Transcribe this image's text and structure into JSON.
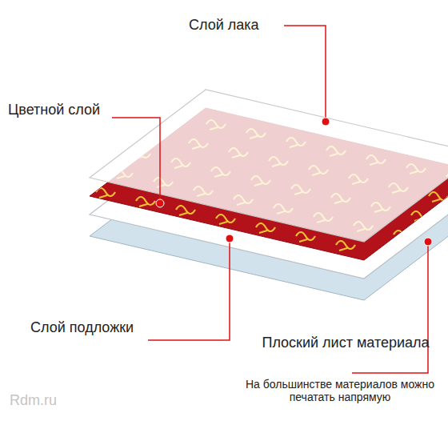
{
  "diagram": {
    "labels": [
      "Слой лака",
      "Цветной слой",
      "Слой подложки",
      "Плоский лист материала",
      "На большинстве материалов можно печатать напрямую",
      "Rdm.ru"
    ]
  }
}
